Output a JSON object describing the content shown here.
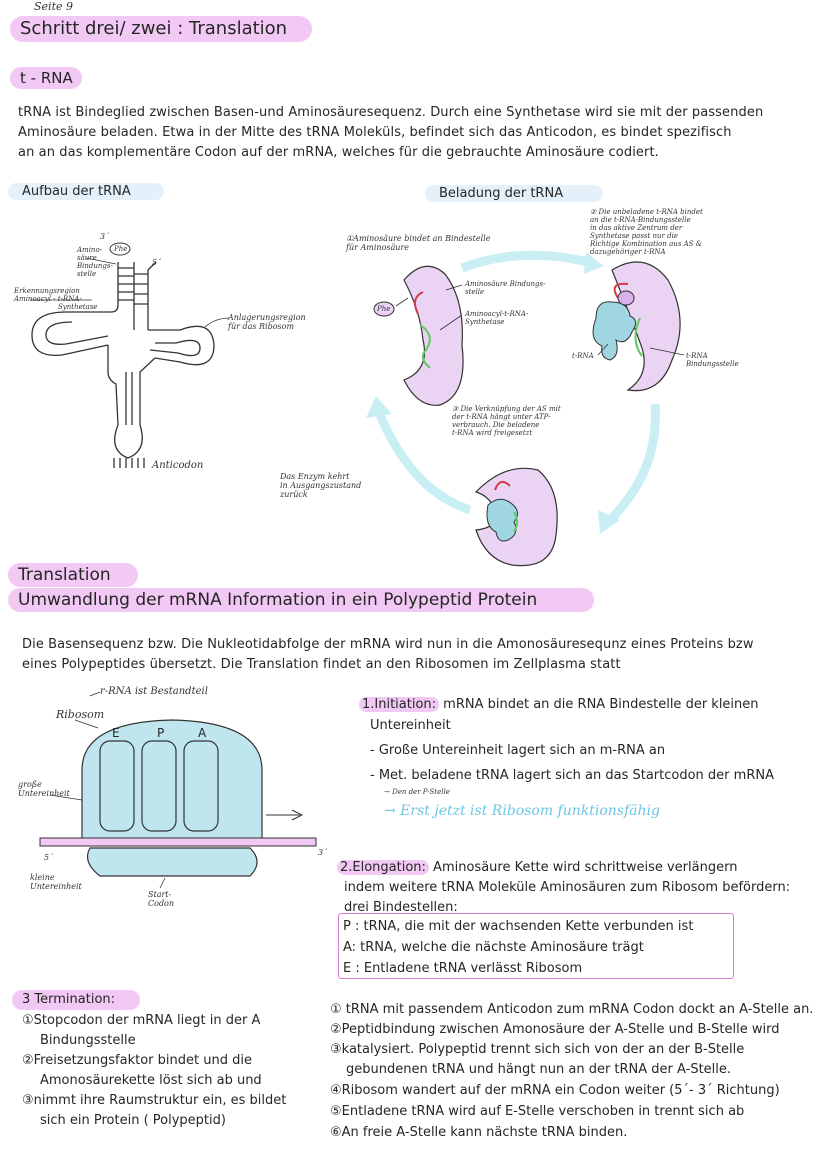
{
  "page_label": "Seite 9",
  "title": "Schritt drei/ zwei : Translation",
  "trna_heading": "t - RNA",
  "trna_text": [
    "tRNA ist Bindeglied zwischen Basen-und Aminosäuresequenz. Durch eine Synthetase wird sie mit der passenden",
    "Aminosäure beladen. Etwa in der Mitte des tRNA Moleküls, befindet sich das Anticodon, es bindet spezifisch",
    "an an das komplementäre Codon auf der mRNA, welches für die gebrauchte Aminosäure codiert."
  ],
  "aufbau": {
    "heading": "Aufbau der tRNA",
    "label_three": "3´",
    "label_five": "5´",
    "label_phe": "Phe",
    "label_binding_1": "Amino-",
    "label_binding_2": "säure",
    "label_binding_3": "Bindungs-",
    "label_binding_4": "stelle",
    "label_recog_1": "Erkennungsregion",
    "label_recog_2": "Aminoacyl - t-RNA-",
    "label_recog_3": "Synthetase",
    "label_attach_1": "Anlagerungsregion",
    "label_attach_2": "für das Ribosom",
    "label_anticodon": "Anticodon"
  },
  "beladung": {
    "heading": "Beladung der tRNA",
    "step1_1": "①Aminosäure bindet an Bindestelle",
    "step1_2": "für Aminosäure",
    "step2_1": "② Die unbeladene t-RNA bindet",
    "step2_2": "an die t-RNA-Bindungsstelle",
    "step2_3": "in das aktive Zentrum der",
    "step2_4": "Synthetase passt nur die",
    "step2_5": "Richtige Kombination aus AS &",
    "step2_6": "dazugehöriger t-RNA",
    "step3_1": "③ Die Verknüpfung der AS mit",
    "step3_2": "der t-RNA hängt unter ATP-",
    "step3_3": "verbrauch. Die beladene",
    "step3_4": "t-RNA wird freigesetzt",
    "reset_1": "Das Enzym kehrt",
    "reset_2": "in Ausgangszustand",
    "reset_3": "zurück",
    "lbl_as_site_1": "Aminosäure Bindungs-",
    "lbl_as_site_2": "stelle",
    "lbl_synth_1": "Aminoacyl-t-RNA-",
    "lbl_synth_2": "Synthetase",
    "lbl_phe": "Phe",
    "lbl_trna": "t-RNA",
    "lbl_trna_site_1": "t-RNA",
    "lbl_trna_site_2": "Bindungsstelle"
  },
  "translation_heading": "Translation",
  "translation_subheading": "Umwandlung der mRNA Information in ein Polypeptid Protein",
  "translation_text": [
    "Die Basensequenz bzw. Die Nukleotidabfolge der mRNA wird nun in die  Amonosäuresequnz eines Proteins bzw",
    "eines Polypeptides übersetzt. Die Translation findet an den Ribosomen im Zellplasma statt"
  ],
  "ribosome": {
    "label_rrna": "r-RNA ist Bestandteil",
    "label_ribosom": "Ribosom",
    "label_e": "E",
    "label_p": "P",
    "label_a": "A",
    "label_large_1": "große",
    "label_large_2": "Untereinheit",
    "label_small_1": "kleine",
    "label_small_2": "Untereinheit",
    "label_five": "5´",
    "label_three": "3´",
    "label_start_1": "Start-",
    "label_start_2": "Codon"
  },
  "initiation": {
    "title": "1.Initiation:",
    "text_1": " mRNA bindet an die RNA Bindestelle der kleinen",
    "text_2": "Untereinheit",
    "bullet_1": "- Große Untereinheit lagert sich an m-RNA an",
    "bullet_2": "- Met. beladene tRNA lagert sich an das Startcodon der mRNA",
    "note": "→ Den der P-Stelle",
    "note_blue": "→ Erst jetzt ist Ribosom funktionsfähig"
  },
  "elongation": {
    "title": "2.Elongation:",
    "text_1": " Aminosäure Kette wird schrittweise verlängern",
    "text_2": "indem weitere tRNA Moleküle Aminosäuren zum Ribosom befördern:",
    "text_3": "drei Bindestellen:",
    "box_1": "P : tRNA, die mit der wachsenden Kette verbunden ist",
    "box_2": "A: tRNA, welche die nächste Aminosäure trägt",
    "box_3": "E : Entladene tRNA verlässt Ribosom"
  },
  "termination": {
    "title": "3 Termination:",
    "lines": [
      "①Stopcodon der mRNA liegt in der A",
      "Bindungsstelle",
      "②Freisetzungsfaktor bindet und die",
      "Amonosäurekette löst sich ab und",
      "③nimmt ihre Raumstruktur ein, es bildet",
      "sich ein Protein ( Polypeptid)"
    ]
  },
  "elongation_steps": [
    "① tRNA mit passendem Anticodon zum mRNA Codon dockt an A-Stelle an.",
    "②Peptidbindung zwischen Amonosäure der A-Stelle und B-Stelle wird",
    "③katalysiert. Polypeptid trennt sich sich von der an der B-Stelle",
    "gebundenen tRNA und hängt nun an der tRNA der A-Stelle.",
    "④Ribosom wandert auf der mRNA ein Codon weiter (5´- 3´ Richtung)",
    "⑤Entladene tRNA wird auf E-Stelle verschoben in trennt sich ab",
    "⑥An freie A-Stelle kann nächste tRNA binden."
  ],
  "colors": {
    "pink": "#f2c8f4",
    "light_blue": "#e4f1fa",
    "ribosome_blue": "#bfe6ee",
    "enzyme_purple": "#ebd3f3",
    "trna_teal": "#9fd6e2",
    "green": "#5dcc5d",
    "red": "#d23a4a",
    "note_blue": "#6cc6e4",
    "box_border": "#d67ad4"
  }
}
